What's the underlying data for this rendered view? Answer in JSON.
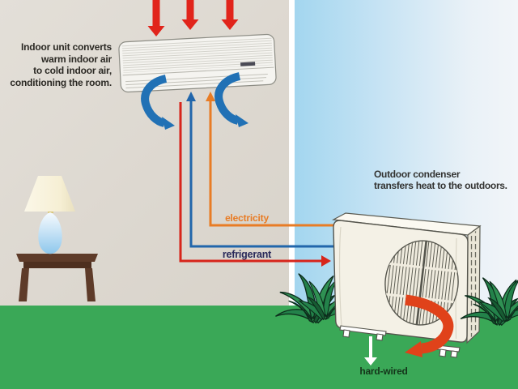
{
  "diagram": {
    "indoor_caption": {
      "lines": [
        "Indoor unit converts",
        "warm indoor air",
        "to cold indoor air,",
        "conditioning the room."
      ]
    },
    "outdoor_caption": {
      "lines": [
        "Outdoor condenser",
        "transfers heat to the outdoors."
      ]
    },
    "line_labels": {
      "electricity": "electricity",
      "refrigerant": "refrigerant",
      "hard_wired": "hard-wired"
    },
    "colors": {
      "wall": "#ded9d1",
      "wall_edge": "#ffffff",
      "sky_left": "#a3d6ef",
      "sky_right": "#f2f5f9",
      "grass": "#3aa857",
      "warm_air_arrow": "#e1241b",
      "cold_air_arrow": "#2171b5",
      "electricity_line": "#e87c25",
      "refrigerant_red_line": "#d7251b",
      "refrigerant_blue_line": "#2166ab",
      "refrigerant_label": "#29295a",
      "hard_wired_label": "#14351a",
      "heat_exhaust_arrow": "#e0421a",
      "unit_body": "#f4f1e6",
      "table": "#5b3a28",
      "lamp_shade": "#f8f3da",
      "lamp_base": "#8ec7ec"
    },
    "icons": [
      {
        "name": "warm-air-down-arrow",
        "meaning": "warm indoor air drawn into indoor unit",
        "count": 3
      },
      {
        "name": "cold-air-swoosh-arrow",
        "meaning": "cold air blown into the room",
        "count": 2
      },
      {
        "name": "flow-up-arrow",
        "meaning": "electricity and refrigerant feed into indoor unit",
        "count": 2
      },
      {
        "name": "refrigerant-flow-arrow",
        "meaning": "refrigerant line to outdoor condenser",
        "count": 1
      },
      {
        "name": "heat-exhaust-swoosh-arrow",
        "meaning": "heat expelled through condenser fan",
        "count": 1
      },
      {
        "name": "hard-wired-down-arrow",
        "meaning": "points to hard-wired power connection",
        "count": 1
      }
    ]
  }
}
